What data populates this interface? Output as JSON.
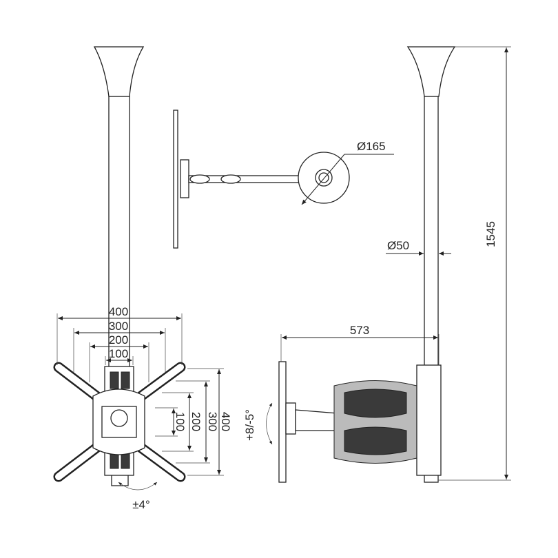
{
  "front_view": {
    "horizontal_dimensions": [
      "400",
      "300",
      "200",
      "100"
    ],
    "vertical_dimensions": [
      "100",
      "200",
      "300",
      "400"
    ],
    "swivel_angle": "±4°"
  },
  "top_view": {
    "ceiling_plate_diameter": "Ø165"
  },
  "side_view": {
    "pole_diameter": "Ø50",
    "extension_depth": "573",
    "total_height": "1545",
    "tilt_angle": "+8/-5°"
  },
  "colors": {
    "line": "#222222",
    "fill_dark": "#3a3a3a",
    "fill_grey": "#bbbbbb"
  }
}
